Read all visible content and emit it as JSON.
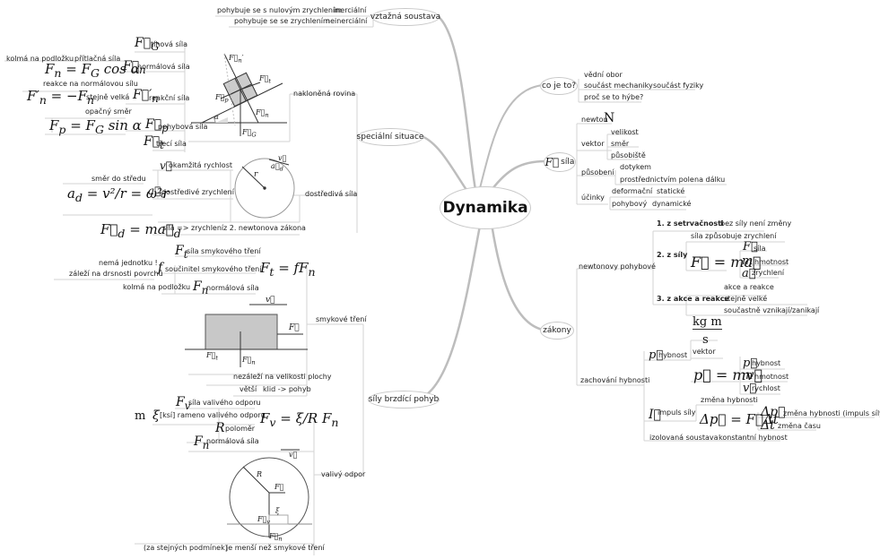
{
  "root": {
    "label": "Dynamika"
  },
  "branches": {
    "vztazna": {
      "label": "vztažná soustava",
      "items": [
        {
          "desc": "pohybuje se s nulovým zrychlením",
          "label": "inerciální"
        },
        {
          "desc": "pohybuje se se zrychlením",
          "label": "neinerciální"
        }
      ]
    },
    "specialni": {
      "label": "speciální situace",
      "naklonena": {
        "label": "nakloněná rovina",
        "forces": [
          {
            "symbol": "F_G",
            "label": "tíhová síla"
          },
          {
            "symbol": "F_n",
            "label": "normálová síla",
            "formula": "F_n = F_G cos α",
            "notes": [
              "kolmá na podložku",
              "přítlačná síla"
            ]
          },
          {
            "symbol": "F'_n",
            "label": "reakční síla",
            "formula": "F'_n = −F_n",
            "notes": [
              "reakce na normálovou sílu",
              "stejně velká",
              "opačný směr"
            ]
          },
          {
            "symbol": "F_p",
            "label": "pohybová síla",
            "formula": "F_p = F_G sin α"
          },
          {
            "symbol": "F_t",
            "label": "třecí síla"
          }
        ],
        "diagram_labels": [
          "F'n",
          "Ft",
          "Fp",
          "Fn",
          "FG",
          "α"
        ]
      },
      "dostrediva": {
        "label": "dostředivá síla",
        "items": [
          {
            "symbol": "v",
            "label": "okamžitá rychlost"
          },
          {
            "symbol": "a_d",
            "label": "dostředivé zrychlení",
            "formula": "a_d = v²/r = ω²r",
            "note": "směr do středu"
          },
          {
            "formula": "F_d = m a_d",
            "notes": [
              "síla => zrychlení",
              "z 2. newtonova zákona"
            ]
          }
        ],
        "diagram_labels": [
          "r",
          "v",
          "ad"
        ]
      }
    },
    "brzdici": {
      "label": "síly brzdící pohyb",
      "smykove": {
        "label": "smykové tření",
        "formula": "F_t = f F_n",
        "items": [
          {
            "symbol": "F_t",
            "label": "síla smykového tření"
          },
          {
            "symbol": "f",
            "label": "součinitel smykového tření",
            "notes": [
              "nemá jednotku !",
              "záleží na drsnosti povrchů"
            ]
          },
          {
            "symbol": "F_n",
            "label": "normálová síla",
            "note": "kolmá na podložku"
          }
        ],
        "extra": [
          "nezáleží na velikosti plochy",
          "větší",
          "klid -> pohyb"
        ],
        "diagram_labels": [
          "v",
          "F",
          "Ft",
          "Fn"
        ]
      },
      "valivy": {
        "label": "valivý odpor",
        "formula": "F_v = ξ/R F_n",
        "items": [
          {
            "symbol": "F_v",
            "label": "síla valivého odporu"
          },
          {
            "symbol": "ξ",
            "label": "[ksí] rameno valivého odporu",
            "unit": "m"
          },
          {
            "symbol": "R",
            "label": "poloměr"
          },
          {
            "symbol": "F_n",
            "label": "normálová síla"
          }
        ],
        "notes": [
          "(za stejných podmínek)",
          "je menší než smykové tření"
        ],
        "diagram_labels": [
          "v",
          "R",
          "F",
          "ξ",
          "Fv",
          "Fn"
        ]
      }
    },
    "coje": {
      "label": "co je to?",
      "items": [
        "vědní obor",
        "součást mechaniky",
        "součást fyziky",
        "proč se to hýbe?"
      ]
    },
    "sila": {
      "label": "síla",
      "newton": {
        "label": "newton",
        "unit": "N"
      },
      "vektor": {
        "label": "vektor",
        "items": [
          "velikost",
          "směr",
          "působiště"
        ]
      },
      "pusobeni": {
        "label": "působení",
        "items": [
          "dotykem",
          "prostřednictvím pole",
          "na dálku"
        ]
      },
      "ucinky": {
        "label": "účinky",
        "items": [
          "deformační",
          "statické",
          "pohybový",
          "dynamické"
        ]
      }
    },
    "zakony": {
      "label": "zákony",
      "newton": {
        "label": "newtonovy pohybové",
        "laws": [
          {
            "label": "1. z setrvačnosti",
            "note": "bez síly není změny"
          },
          {
            "label": "2. z síly",
            "note": "síla způsobuje zrychlení",
            "formula": "F = m a",
            "items": [
              {
                "symbol": "F",
                "label": "síla"
              },
              {
                "symbol": "m",
                "label": "hmotnost"
              },
              {
                "symbol": "a",
                "label": "zrychlení"
              }
            ]
          },
          {
            "label": "3. z akce a reakce",
            "items": [
              "akce a reakce",
              "stejně velké",
              "součastně vznikají/zanikají"
            ]
          }
        ]
      },
      "hybnost": {
        "label": "zachování hybnosti",
        "p": {
          "symbol": "p",
          "label": "hybnost",
          "unit_num": "kg m",
          "unit_den": "s",
          "note": "vektor",
          "formula": "p = m v",
          "items": [
            {
              "symbol": "p",
              "label": "hybnost"
            },
            {
              "symbol": "m",
              "label": "hmotnost"
            },
            {
              "symbol": "v",
              "label": "rychlost"
            }
          ]
        },
        "impuls": {
          "symbol": "I",
          "label": "impuls síly",
          "note": "změna hybnosti",
          "formula": "Δp = F Δt",
          "items": [
            {
              "symbol": "Δp",
              "label": "změna hybnosti (impuls síly)"
            },
            {
              "symbol": "Δt",
              "label": "změna času"
            }
          ]
        },
        "izolovana": {
          "label": "izolovaná soustava",
          "note": "konstantní hybnost"
        }
      }
    }
  }
}
